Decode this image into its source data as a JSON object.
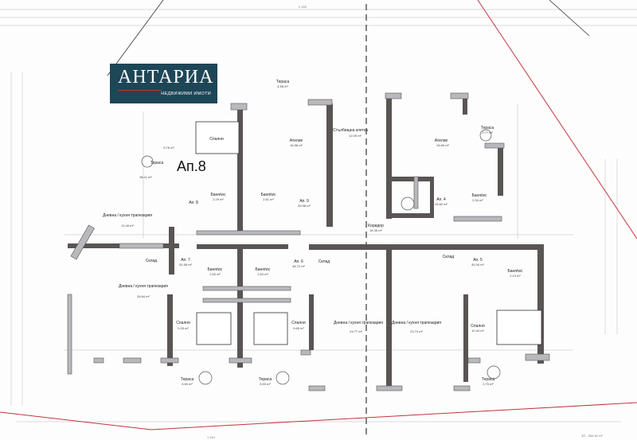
{
  "logo": {
    "name": "АНТАРИА",
    "tagline": "НЕДВИЖИМИ ИМОТИ",
    "color": "#1d4657"
  },
  "apartment_callout": "Ап.8",
  "dimensions": {
    "top_total": "2 200",
    "bottom_total": "1 110",
    "built_area": "ЗП - 263.52 m²"
  },
  "rooms": [
    {
      "label": "Тераса",
      "area": "4.58 m²"
    },
    {
      "label": "Спалня",
      "area": "9.76 m²"
    },
    {
      "label": "Ателие",
      "area": "16.58 m²"
    },
    {
      "label": "Стълбищна клетка",
      "area": "12.05 m²"
    },
    {
      "label": "Ателие",
      "area": "16.60 m²"
    },
    {
      "label": "Тераса",
      "area": "2.?? m²"
    },
    {
      "label": "Тераса",
      "area": "36.11 m²"
    },
    {
      "label": "Баня/wc",
      "area": "2.29 m²"
    },
    {
      "label": "Баня/wc",
      "area": "2.81 m²"
    },
    {
      "label": "Ап. 8",
      "area": ""
    },
    {
      "label": "Ап. 9",
      "area": "28.98 m²"
    },
    {
      "label": "Ап. 4",
      "area": "28.62 m²"
    },
    {
      "label": "Баня/wc",
      "area": "2.34 m²"
    },
    {
      "label": "Дневна / кухня трапезария",
      "area": "12.49 m²"
    },
    {
      "label": "Коридор",
      "area": "16.35 m²"
    },
    {
      "label": "Ап. 7",
      "area": "51.56 m²"
    },
    {
      "label": "Склад",
      "area": ""
    },
    {
      "label": "Дневна / кухня трапезария",
      "area": "26.64 m²"
    },
    {
      "label": "Баня/wc",
      "area": "2.63 m²"
    },
    {
      "label": "Баня/wc",
      "area": "2.63 m²"
    },
    {
      "label": "Ап. 6",
      "area": "48.72 m²"
    },
    {
      "label": "Склад",
      "area": ""
    },
    {
      "label": "Склад",
      "area": ""
    },
    {
      "label": "Ап. 5",
      "area": "49.34 m²"
    },
    {
      "label": "Баня/wc",
      "area": "2.13 m²"
    },
    {
      "label": "Спалня",
      "area": "9.25 m²"
    },
    {
      "label": "Спалня",
      "area": "9.65 m²"
    },
    {
      "label": "Дневна / кухня трапезария",
      "area": "23.77 m²"
    },
    {
      "label": "Дневна / кухня трапезария",
      "area": "23.74 m²"
    },
    {
      "label": "Спалня",
      "area": "10.44 m²"
    },
    {
      "label": "Тераса",
      "area": "5.50 m²"
    },
    {
      "label": "Тераса",
      "area": "5.53 m²"
    },
    {
      "label": "Тераса",
      "area": "2.75 m²"
    }
  ],
  "colors": {
    "wall": "#5a5555",
    "light_wall": "#b9b9bd",
    "boundary": "#c0353a"
  }
}
